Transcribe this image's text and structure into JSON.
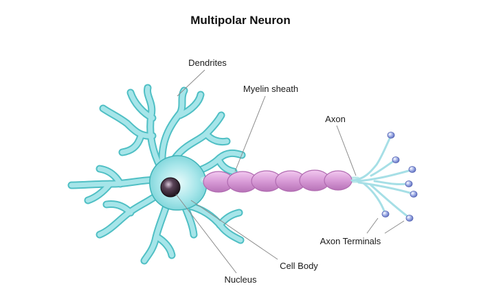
{
  "title": "Multipolar Neuron",
  "labels": {
    "dendrites": "Dendrites",
    "myelin_sheath": "Myelin sheath",
    "axon": "Axon",
    "axon_terminals": "Axon Terminals",
    "cell_body": "Cell Body",
    "nucleus": "Nucleus"
  },
  "colors": {
    "cell": "#9fe2e6",
    "cell_outline": "#3fb3b8",
    "myelin": "#d9a0d8",
    "myelin_outline": "#b06ab0",
    "nucleus": "#2a1f2a",
    "terminal_bulb": "#8a99d8"
  }
}
